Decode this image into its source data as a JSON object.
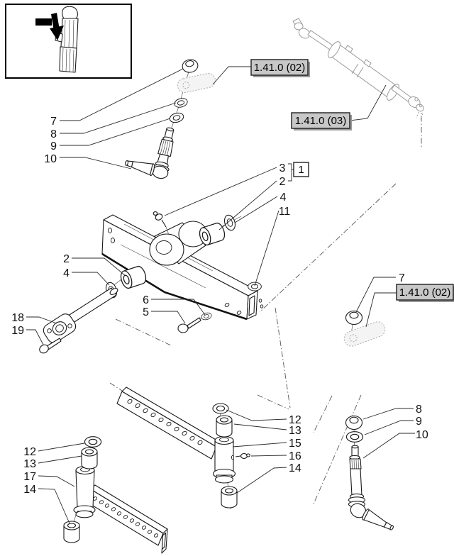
{
  "reference_boxes": {
    "top": "1.41.0 (02)",
    "cylinder": "1.41.0 (03)",
    "right": "1.41.0 (02)"
  },
  "assembly_box": {
    "label": "1"
  },
  "callouts": {
    "upper_left": [
      "7",
      "8",
      "9",
      "10"
    ],
    "center": [
      "3",
      "2",
      "4",
      "11"
    ],
    "axle_left": [
      "2",
      "4"
    ],
    "pivot_pin": [
      "18",
      "19"
    ],
    "hardware": [
      "6",
      "5"
    ],
    "right": [
      "7"
    ],
    "lower_center": [
      "12",
      "13",
      "15",
      "16",
      "14"
    ],
    "lower_left": [
      "12",
      "13",
      "17",
      "14"
    ],
    "lower_right": [
      "8",
      "9",
      "10"
    ]
  },
  "colors": {
    "line": "#1a1a1a",
    "phantom_part": "#9a9a9a",
    "reference_box_background": "#c8c8c8",
    "background": "#ffffff"
  }
}
